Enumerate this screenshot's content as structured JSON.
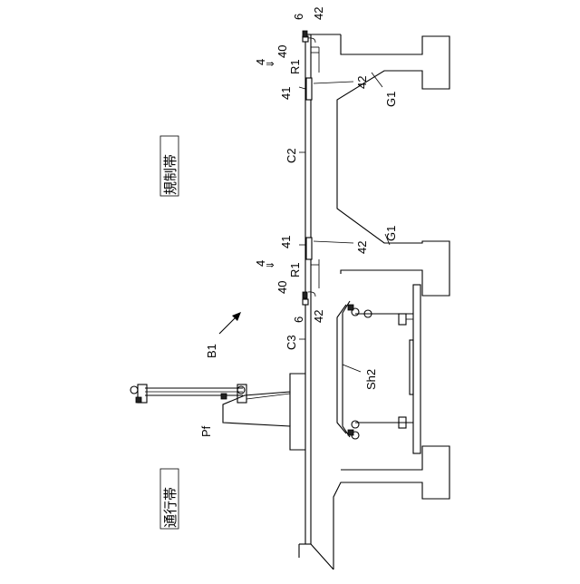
{
  "labels": {
    "zone_regulated": "規制帯",
    "zone_traffic": "通行帯",
    "b1": "B1",
    "c2": "C2",
    "c3": "C3",
    "pf": "Pf",
    "sh2": "Sh2",
    "g1_top": "G1",
    "g1_mid": "G1",
    "n4_top": "4",
    "n4_mid": "4",
    "n6_top": "6",
    "n6_mid": "6",
    "n40_top": "40",
    "n40_mid": "40",
    "r1_top": "R1",
    "r1_mid": "R1",
    "n41_top": "41",
    "n41_mid": "41",
    "n42_a": "42",
    "n42_b": "42",
    "n42_c": "42",
    "n42_d": "42"
  }
}
